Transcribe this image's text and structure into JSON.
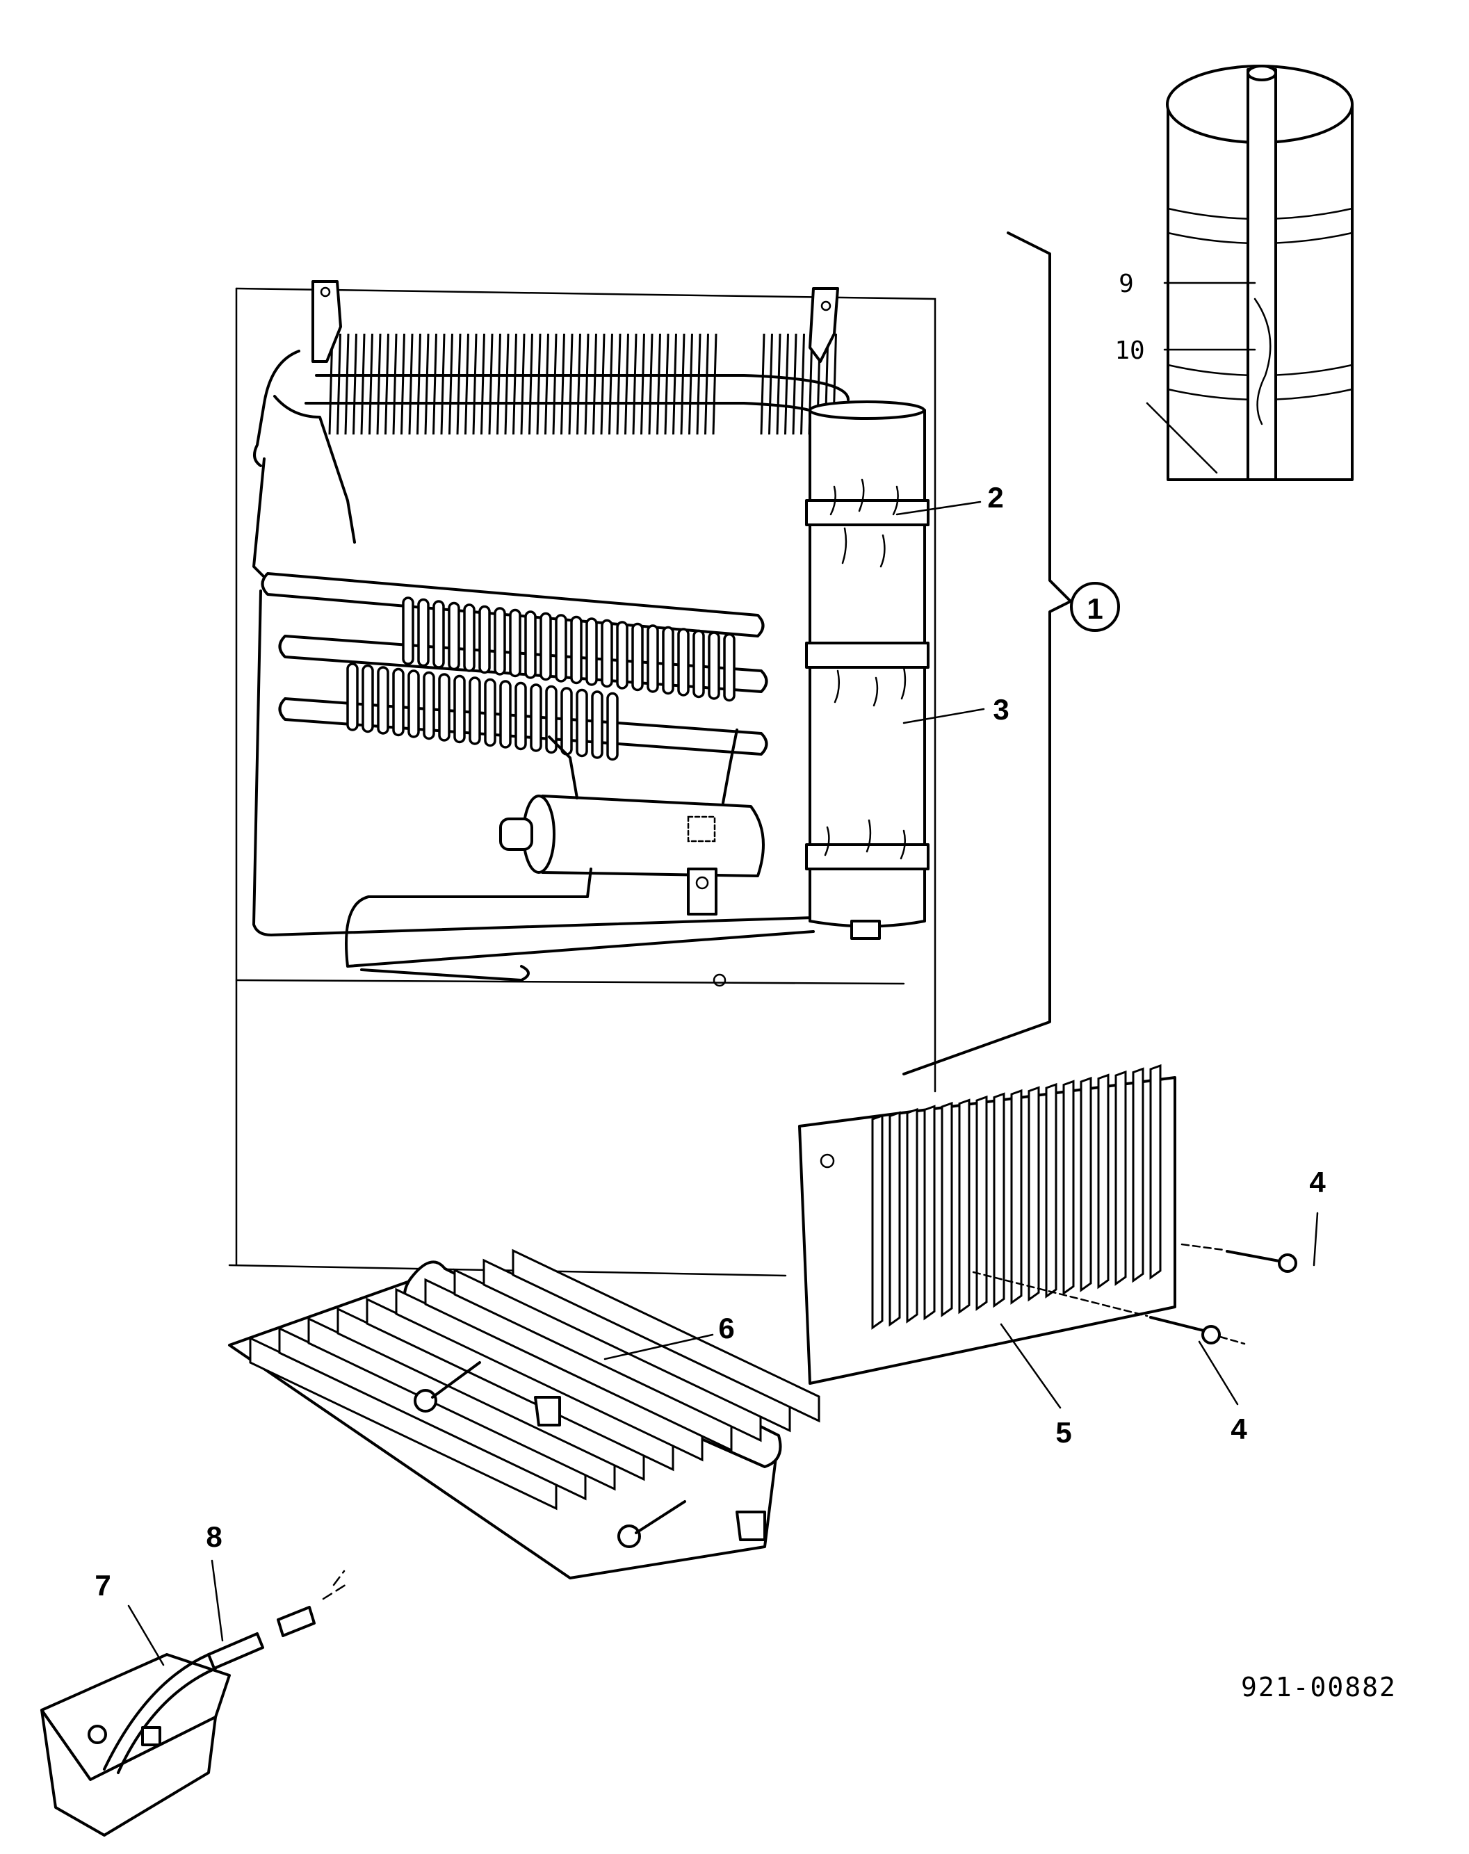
{
  "callouts": {
    "c1": "1",
    "c2": "2",
    "c3": "3",
    "c4a": "4",
    "c4b": "4",
    "c5": "5",
    "c6": "6",
    "c7": "7",
    "c8": "8",
    "c9": "9",
    "c10": "10"
  },
  "document_number": "921-00882",
  "colors": {
    "line": "#000000",
    "background": "#ffffff"
  }
}
